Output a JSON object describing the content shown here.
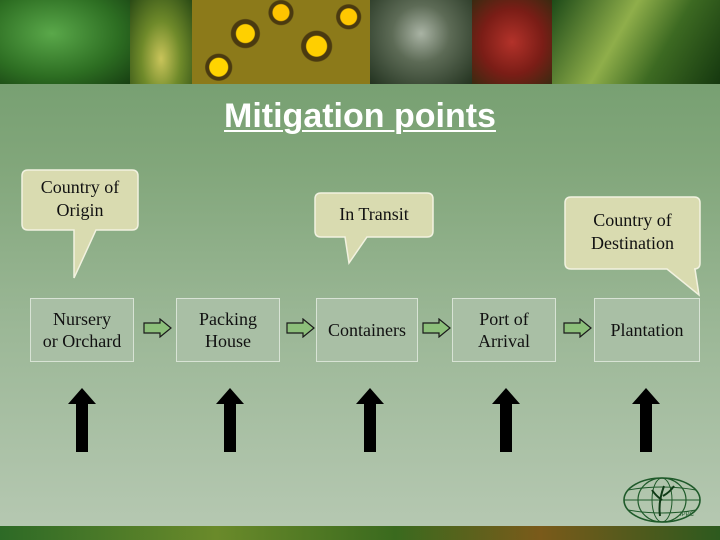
{
  "title": "Mitigation points",
  "callouts": [
    {
      "line1": "Country of",
      "line2": "Origin"
    },
    {
      "line1": "In Transit",
      "line2": ""
    },
    {
      "line1": "Country of",
      "line2": "Destination"
    }
  ],
  "stages": [
    {
      "line1": "Nursery",
      "line2": "or Orchard"
    },
    {
      "line1": "Packing",
      "line2": "House"
    },
    {
      "line1": "Containers",
      "line2": ""
    },
    {
      "line1": "Port of",
      "line2": "Arrival"
    },
    {
      "line1": "Plantation",
      "line2": ""
    }
  ],
  "logo": {
    "text": "IPPC"
  },
  "colors": {
    "box": "#a9bfa5",
    "callout": "#d9dbb0",
    "arrow_fill": "#8cbf7a",
    "title": "#ffffff"
  }
}
